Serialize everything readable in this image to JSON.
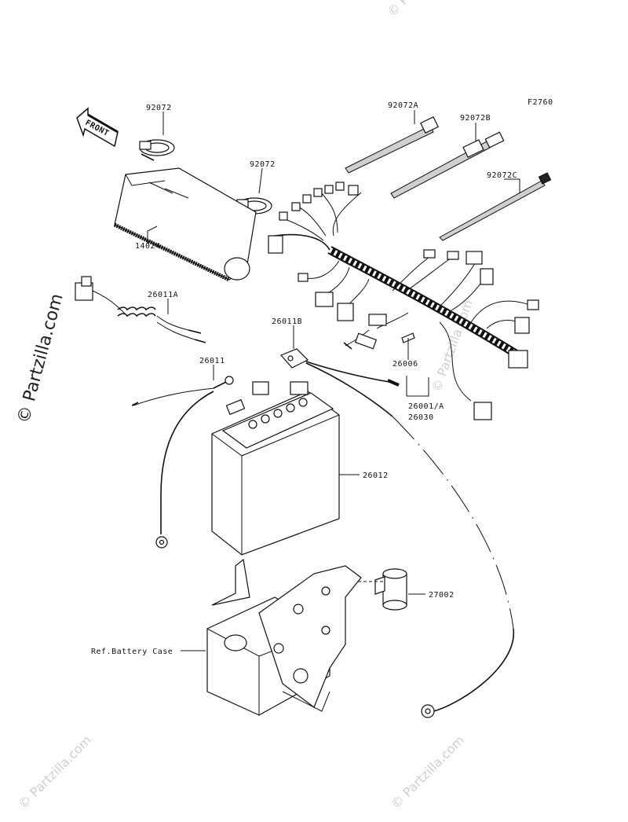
{
  "figure_code": "F2760",
  "front_label": "FRONT",
  "watermark": {
    "text": "Partzilla.com",
    "symbol": "©"
  },
  "callouts": [
    {
      "id": "92072_a",
      "text": "92072"
    },
    {
      "id": "92072_b",
      "text": "92072"
    },
    {
      "id": "92072A",
      "text": "92072A"
    },
    {
      "id": "92072B",
      "text": "92072B"
    },
    {
      "id": "92072C",
      "text": "92072C"
    },
    {
      "id": "14024",
      "text": "14024"
    },
    {
      "id": "26011A",
      "text": "26011A"
    },
    {
      "id": "26011B",
      "text": "26011B"
    },
    {
      "id": "26011",
      "text": "26011"
    },
    {
      "id": "26006",
      "text": "26006"
    },
    {
      "id": "26001A",
      "text": "26001/A"
    },
    {
      "id": "26030",
      "text": "26030"
    },
    {
      "id": "26012",
      "text": "26012"
    },
    {
      "id": "27002",
      "text": "27002"
    },
    {
      "id": "ref_battery_case",
      "text": "Ref.Battery Case"
    }
  ]
}
